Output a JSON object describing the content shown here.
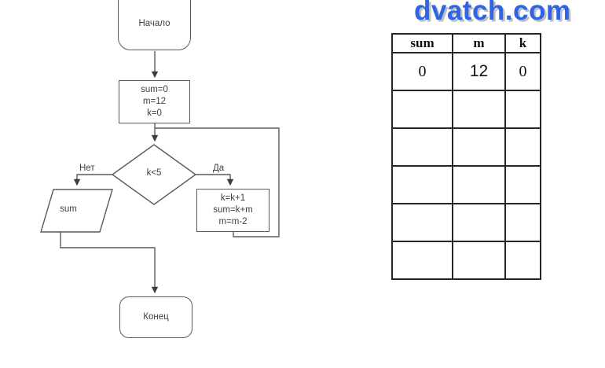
{
  "watermark": {
    "text": "dvatch.com",
    "color": "#2f63e8"
  },
  "flowchart": {
    "start_label": "Начало",
    "init_lines": [
      "sum=0",
      "m=12",
      "k=0"
    ],
    "decision_label": "k<5",
    "no_label": "Нет",
    "yes_label": "Да",
    "output_label": "sum",
    "loop_lines": [
      "k=k+1",
      "sum=k+m",
      "m=m-2"
    ],
    "end_label": "Конец",
    "line_color": "#5a5a5a"
  },
  "trace_table": {
    "headers": [
      "sum",
      "m",
      "k"
    ],
    "rows": [
      [
        "0",
        "12",
        "0"
      ],
      [
        "",
        "",
        ""
      ],
      [
        "",
        "",
        ""
      ],
      [
        "",
        "",
        ""
      ],
      [
        "",
        "",
        ""
      ],
      [
        "",
        "",
        ""
      ]
    ]
  }
}
